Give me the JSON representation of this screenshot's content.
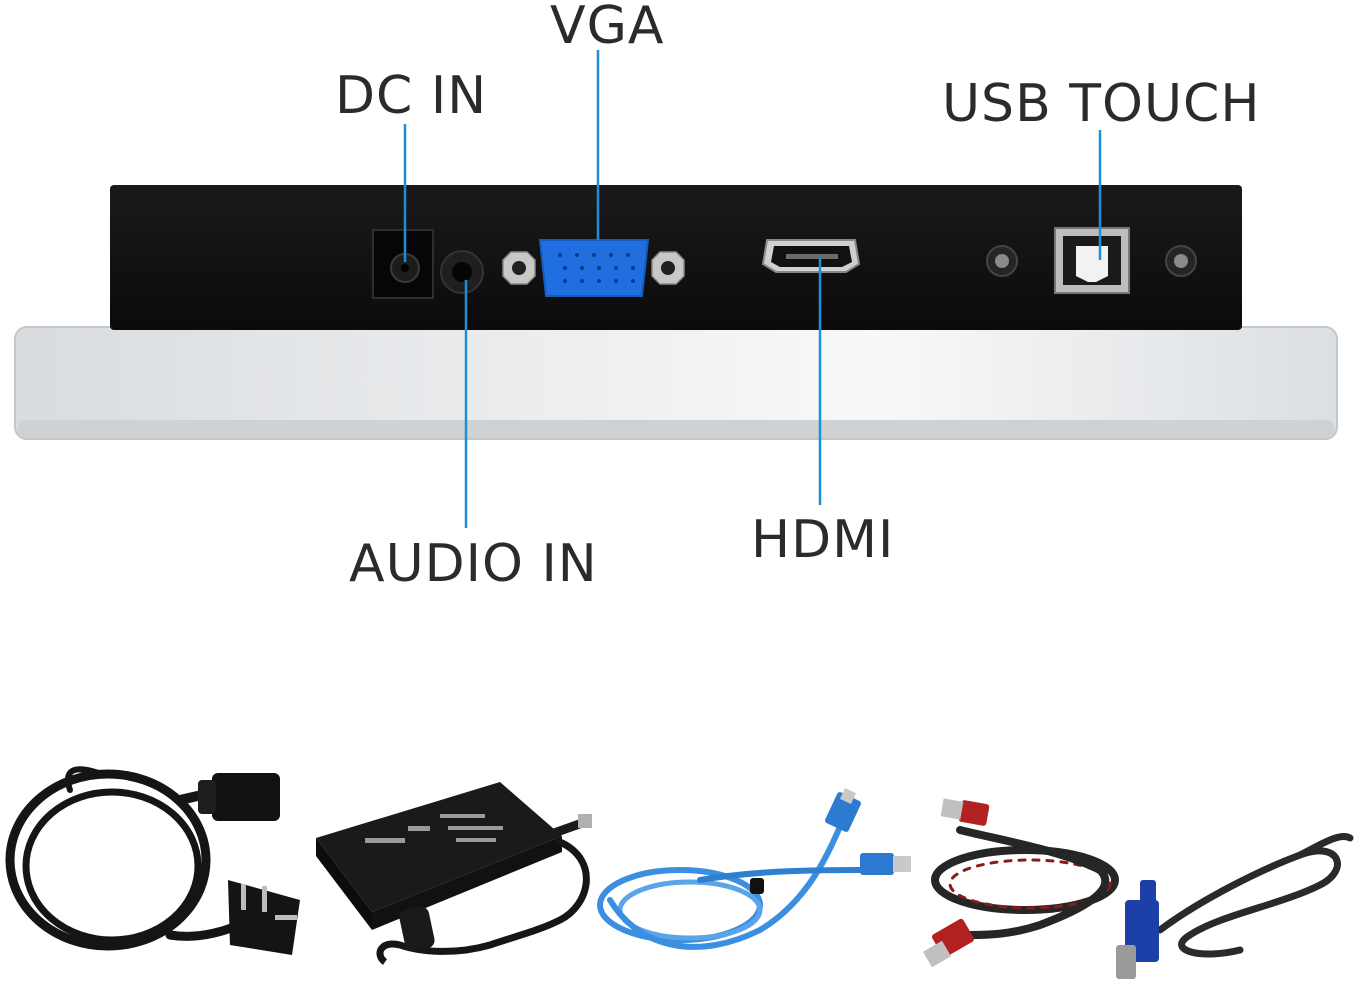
{
  "labels": {
    "vga": "VGA",
    "dc_in": "DC IN",
    "usb_touch": "USB TOUCH",
    "audio_in": "AUDIO IN",
    "hdmi": "HDMI"
  },
  "colors": {
    "callout_line": "#1e8fd6",
    "vga_port": "#1f6fe0",
    "panel_back": "#111111",
    "bezel": "#e6e8ea"
  },
  "accessories": [
    "power-cord",
    "power-adapter",
    "usb-cable",
    "hdmi-cable",
    "vga-cable"
  ]
}
